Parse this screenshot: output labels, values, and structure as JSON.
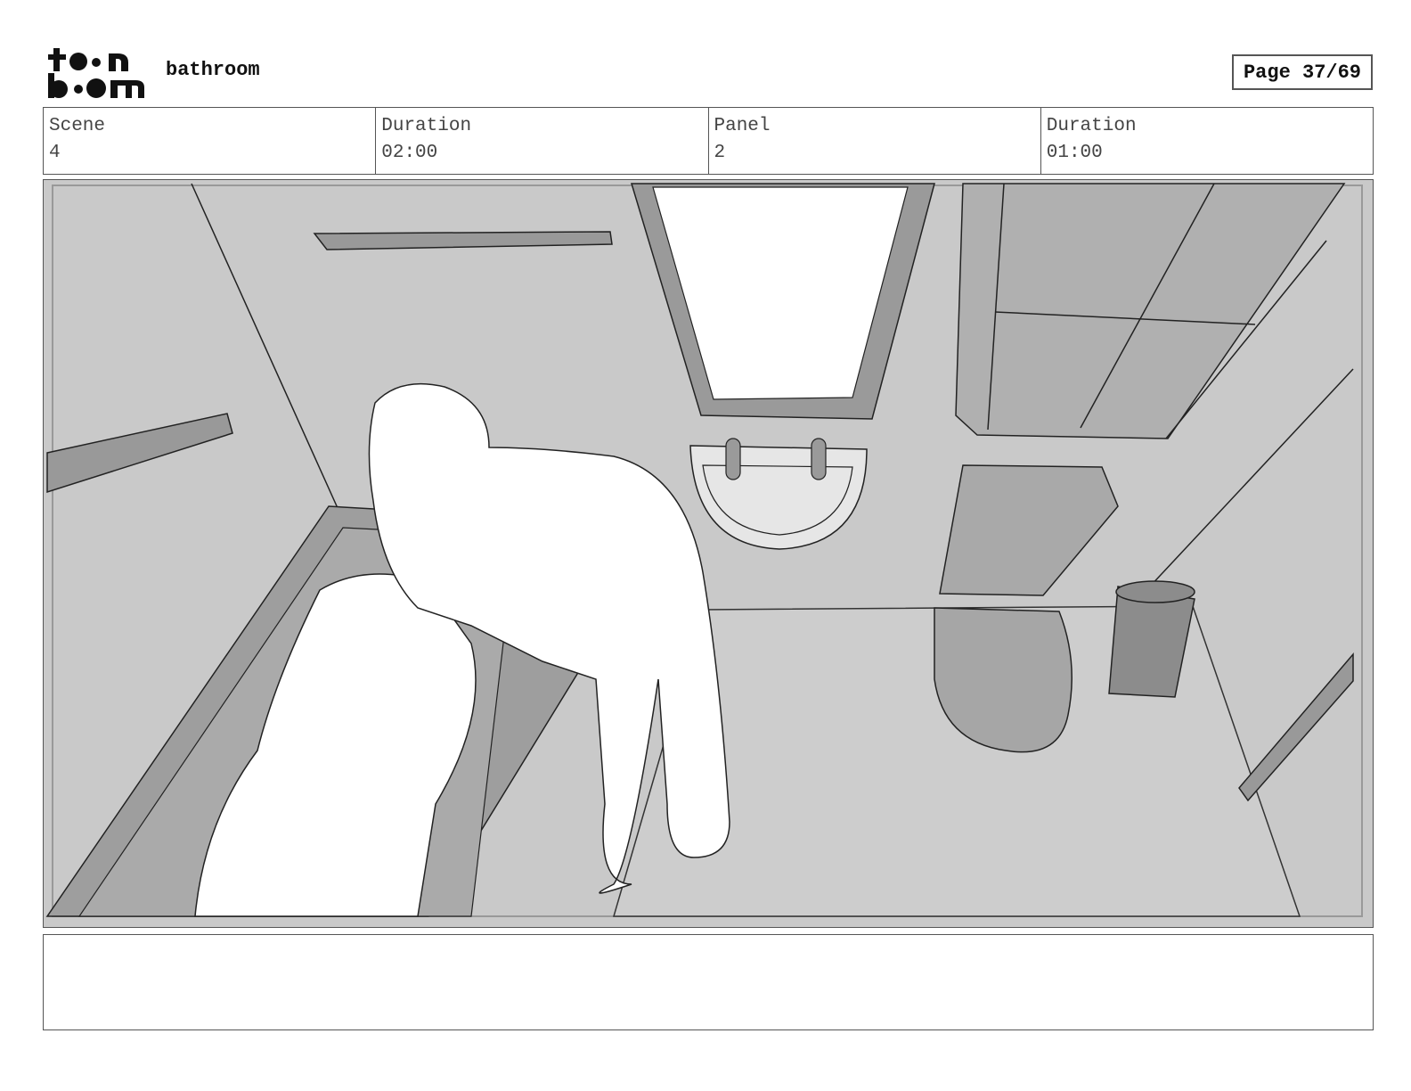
{
  "header": {
    "logo_text_top": "toon",
    "logo_text_bottom": "boom",
    "title": "bathroom",
    "page": "Page 37/69"
  },
  "info": {
    "scene_label": "Scene",
    "scene_value": "4",
    "scene_duration_label": "Duration",
    "scene_duration_value": "02:00",
    "panel_label": "Panel",
    "panel_value": "2",
    "panel_duration_label": "Duration",
    "panel_duration_value": "01:00"
  },
  "notes": {
    "text": ""
  }
}
